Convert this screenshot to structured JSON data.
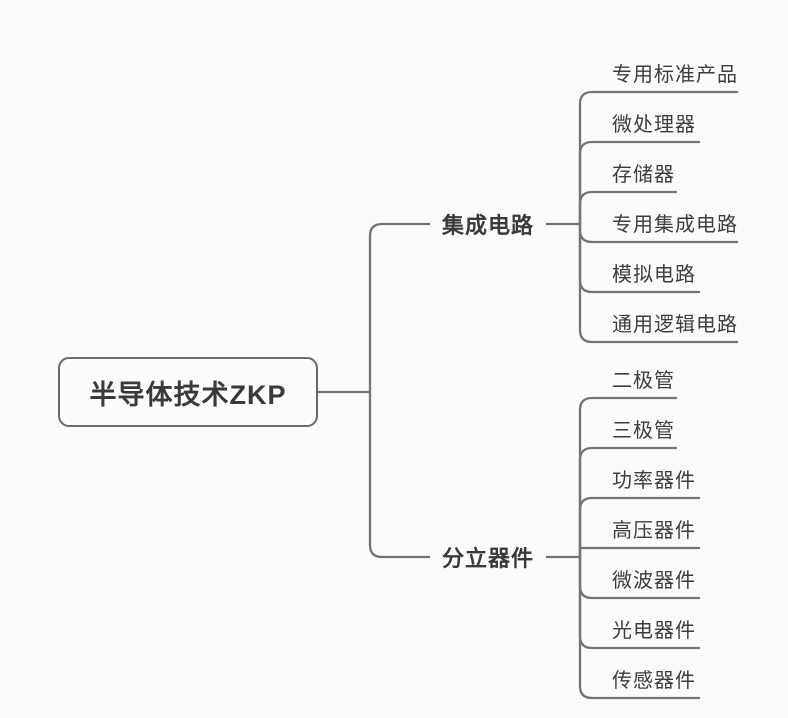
{
  "diagram": {
    "type": "mindmap",
    "root": {
      "label": "半导体技术ZKP"
    },
    "branches": [
      {
        "label": "集成电路",
        "children": [
          "专用标准产品",
          "微处理器",
          "存储器",
          "专用集成电路",
          "模拟电路",
          "通用逻辑电路"
        ]
      },
      {
        "label": "分立器件",
        "children": [
          "二极管",
          "三极管",
          "功率器件",
          "高压器件",
          "微波器件",
          "光电器件",
          "传感器件"
        ]
      }
    ]
  },
  "colors": {
    "background": "#fbfbfb",
    "line": "#747474",
    "text": "#3a3a3a",
    "node_border": "#6b6b6b"
  }
}
